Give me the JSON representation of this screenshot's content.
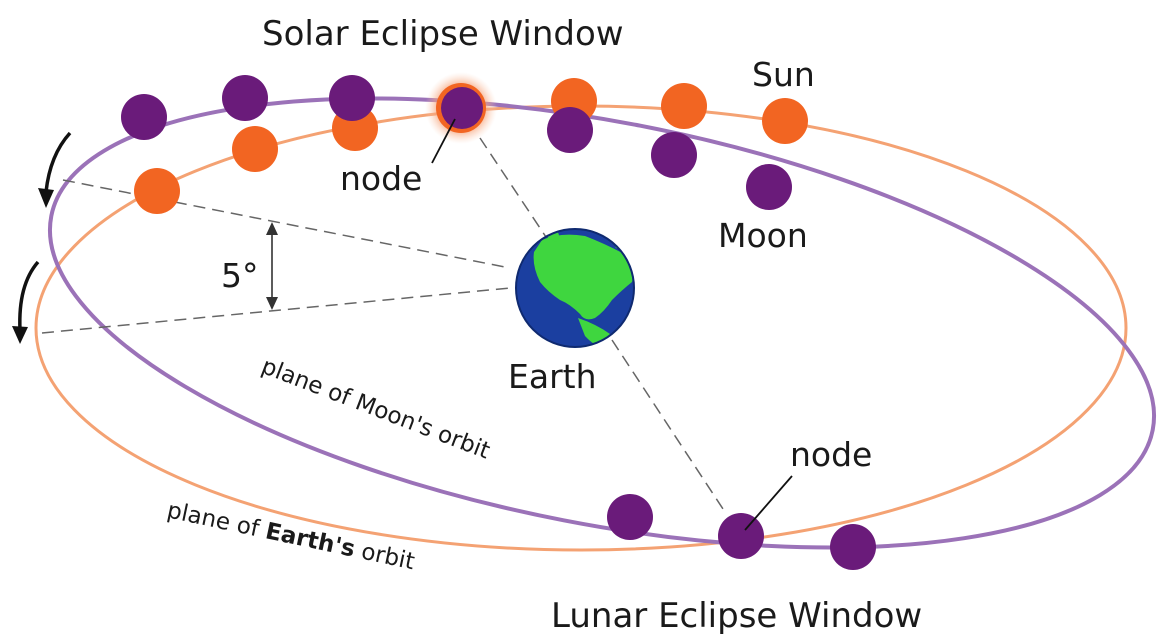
{
  "labels": {
    "solar_window": "Solar Eclipse Window",
    "lunar_window": "Lunar Eclipse Window",
    "sun": "Sun",
    "moon": "Moon",
    "earth": "Earth",
    "node_top": "node",
    "node_bottom": "node",
    "angle": "5°",
    "moon_plane": "plane of Moon's orbit",
    "earth_plane_prefix": "plane of ",
    "earth_plane_bold": "Earth's",
    "earth_plane_suffix": " orbit"
  },
  "colors": {
    "sun": "#f26522",
    "moon": "#6a1b7a",
    "moon_orbit": "#9b72b8",
    "earth_orbit": "#f4a273",
    "ocean": "#1b3fa0",
    "land": "#3fd63f",
    "dashed": "#666666",
    "glow": "#f6a37a"
  },
  "icons": {
    "earth": "earth-globe-icon",
    "rotation_arrow": "curved-arrow-icon"
  }
}
